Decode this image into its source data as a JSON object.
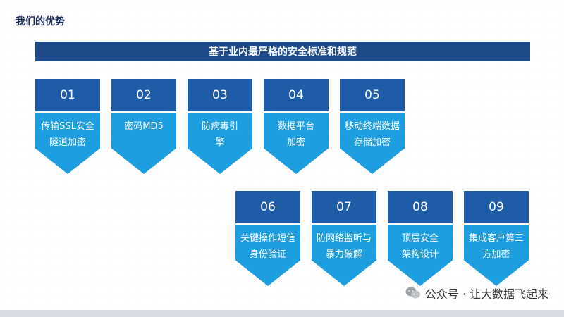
{
  "header": {
    "title": "我们的优势",
    "banner": "基于业内最严格的安全标准和规范"
  },
  "cards": [
    {
      "num": "01",
      "text": "传输SSL安全隧道加密"
    },
    {
      "num": "02",
      "text": "密码MD5"
    },
    {
      "num": "03",
      "text": "防病毒引擎"
    },
    {
      "num": "04",
      "text": "数据平台加密"
    },
    {
      "num": "05",
      "text": "移动终端数据存储加密"
    },
    {
      "num": "06",
      "text": "关键操作短信身份验证"
    },
    {
      "num": "07",
      "text": "防网络监听与暴力破解"
    },
    {
      "num": "08",
      "text": "顶层安全架构设计"
    },
    {
      "num": "09",
      "text": "集成客户第三方加密"
    }
  ],
  "watermark": {
    "text": "公众号 · 让大数据飞起来",
    "icon": "wechat-icon"
  },
  "colors": {
    "banner": "#1f4a8a",
    "card_num": "#1f5ca8",
    "card_body": "#1c9ee0"
  }
}
